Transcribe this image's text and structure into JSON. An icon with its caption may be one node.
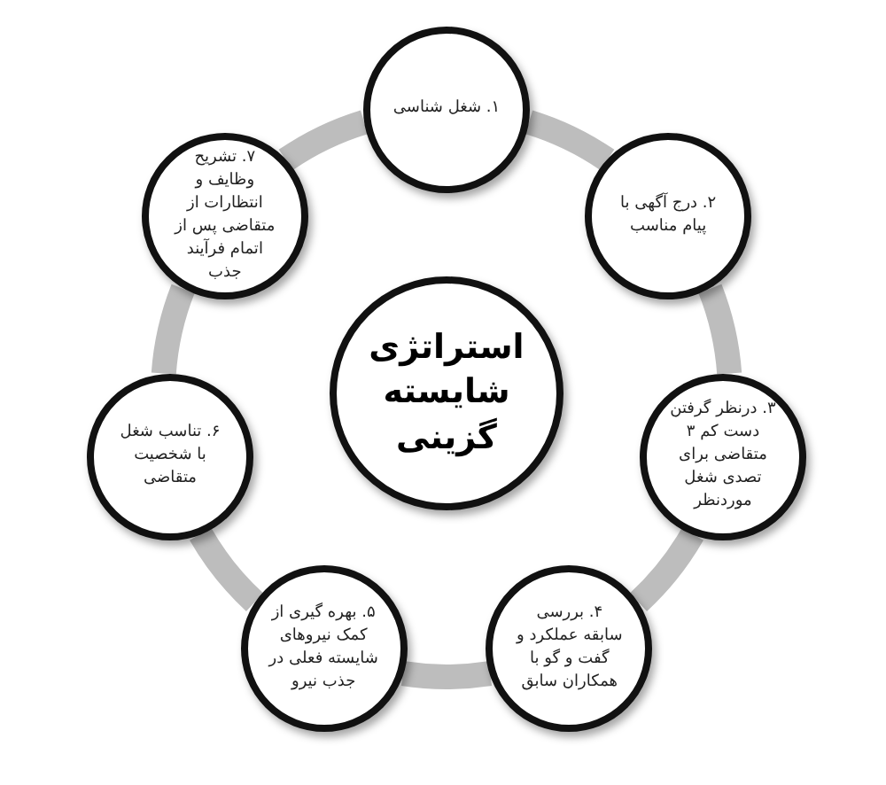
{
  "diagram": {
    "nodes": [
      {
        "text": [
          "استراتژی شایسته گزینی"
        ]
      },
      {
        "text": [
          "۱. شغل شناسی"
        ]
      },
      {
        "text": [
          "۲. درج آگهی با پیام مناسب"
        ]
      },
      {
        "text": [
          "۳. درنظر گرفتن دست کم ۳ متقاضی برای تصدی شغل موردنظر"
        ]
      },
      {
        "text": [
          "۴. بررسی سابقه عملکرد و گفت و گو با همکاران سابق"
        ]
      },
      {
        "text": [
          "۵. بهره گیری از کمک نیروهای شایسته فعلی در جذب نیرو"
        ]
      },
      {
        "text": [
          "۶. تناسب شغل با شخصیت متقاضی"
        ]
      },
      {
        "text": [
          "۷. تشریح وظایف و انتظارات از متقاضی پس از اتمام فرآیند جذب"
        ]
      }
    ],
    "edges": [
      {
        "from": 1,
        "to": 2,
        "arrow": "none"
      },
      {
        "from": 2,
        "to": 3,
        "arrow": "none"
      },
      {
        "from": 3,
        "to": 4,
        "arrow": "none"
      },
      {
        "from": 4,
        "to": 5,
        "arrow": "none"
      },
      {
        "from": 5,
        "to": 6,
        "arrow": "none"
      },
      {
        "from": 6,
        "to": 7,
        "arrow": "none"
      },
      {
        "from": 7,
        "to": 1,
        "arrow": "none"
      }
    ]
  }
}
